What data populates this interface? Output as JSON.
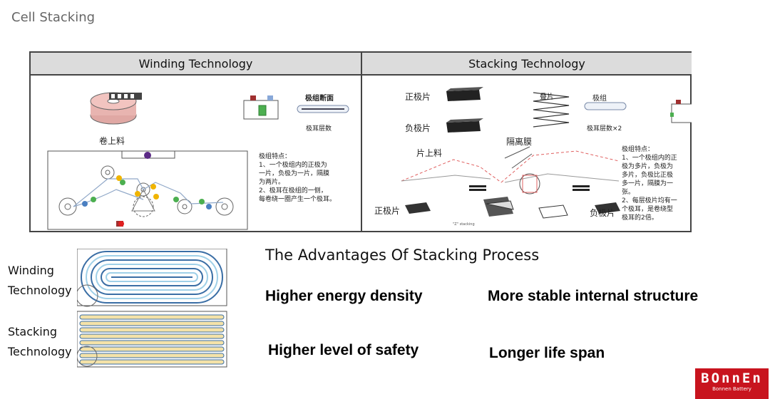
{
  "page": {
    "title": "Cell Stacking"
  },
  "table": {
    "winding_header": "Winding Technology",
    "stacking_header": "Stacking Technology",
    "winding": {
      "roll_label": "卷上料",
      "section_label": "极组断面",
      "tab_layers_label": "极耳层数",
      "notes": [
        "极组特点：",
        "1、一个极组内的正极为",
        "一片，负极为一片，隔膜",
        "为两片。",
        "2、极耳在极组的一侧，",
        "每卷绕一圈产生一个极耳。"
      ]
    },
    "stacking": {
      "positive_label": "正极片",
      "negative_label": "负极片",
      "stack_label": "叠片",
      "group_label": "极组",
      "tab_layers_label": "极耳层数×2",
      "loading_label": "片上料",
      "separator_label": "隔离膜",
      "bottom_positive_label": "正极片",
      "bottom_negative_label": "负极片",
      "stacking_caption": "\"Z\" stacking",
      "notes": [
        "极组特点：",
        "1、一个极组内的正",
        "极为多片，负极为",
        "多片，负极比正极",
        "多一片，隔膜为一",
        "张。",
        "2、每层极片均有一",
        "个极耳，是卷绕型",
        "极耳的2倍。"
      ]
    }
  },
  "bottom": {
    "winding_label_1": "Winding",
    "winding_label_2": "Technology",
    "stacking_label_1": "Stacking",
    "stacking_label_2": "Technology",
    "advantages_title": "The Advantages Of Stacking Process",
    "advantages": [
      "Higher energy density",
      "More stable internal structure",
      "Higher level of safety",
      "Longer life span"
    ]
  },
  "logo": {
    "main": "BOnnEn",
    "sub": "Bonnen Battery"
  },
  "colors": {
    "red": "#c8141e",
    "blue": "#4a7fc1",
    "green": "#4caf50",
    "yellow": "#f0b400",
    "purple": "#5b2a86"
  }
}
